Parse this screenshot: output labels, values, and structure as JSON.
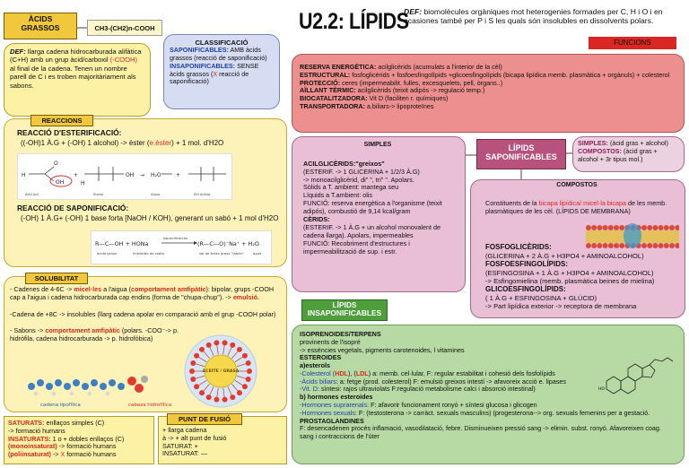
{
  "header": {
    "title": "U2.2: LÍPIDS",
    "def_label": "DEF:",
    "def_text": " biomolècules orgàniques mot heterogenies formades per C, H i O i en ocasiones també per P i S les quals són insolubles en dissolvents polars."
  },
  "acids": {
    "title_line1": "ÀCIDS",
    "title_line2": "GRASSOS",
    "formula": "CH3-(CH2)n-COOH"
  },
  "def_box": {
    "label": "DEF:",
    "text1": " llarga cadena hidrocarburada alifàtica (C+H) amb un grup àcid/carboxil ",
    "red": "(-COOH)",
    "text2": " al final de la cadena. Tenen un nombre parell de C i es troben majoritàriament als sabons."
  },
  "classificacio": {
    "title": "CLASSIFICACIÓ",
    "sap_label": "SAPONIFICABLES:",
    "sap_text": " AMB àcids grassos (reacció de saponificació)",
    "insap_label": "INSAPONIFICABLES:",
    "insap_text": " SENSE àcids grassos (",
    "insap_x": "X",
    "insap_text2": " reacció de saponificació)"
  },
  "funcions": {
    "tag": "FUNCIONS",
    "lines": [
      {
        "label": "RESERVA ENERGÈTICA:",
        "text": " acilglicèrids (acumulats a l'interior de la cèl)"
      },
      {
        "label": "ESTRUCTURAL:",
        "text": " fosfoglicèrids + fosfoesfingolípids +glicoesfingolípids (bicapa lipídica memb. plasmàtica + orgànuls) + colesterol"
      },
      {
        "label": "PROTECCIÓ:",
        "text": " ceres (impermeabilit. fulles, excesquelets, pell, òrgans..)"
      },
      {
        "label": "AÏLLANT TÈRMIC:",
        "text": " acilglicèrids (teixit adipós -> regulació temp.)"
      },
      {
        "label": "BIOCATALITZADORA:",
        "text": " Vit D (faciliten r. químiques)"
      },
      {
        "label": "TRANSPORTADORA:",
        "text": " a.biliars-> lipoproteïnes"
      }
    ]
  },
  "reaccions": {
    "tag": "REACCIONS",
    "ester_title": "REACCIÓ D'ESTERIFICACIÓ:",
    "ester_eq1": "((-OH)1 À.G + (-OH) 1 alcohol) -> èster (",
    "ester_red": "e.èster",
    "ester_eq2": ") + 1 mol. d'H2O",
    "ester_img_labels": [
      "Àcid Acil",
      "Etanol",
      "Aigua",
      "Etil Acetat"
    ],
    "sap_title": "REACCIÓ DE SAPONIFICACIÓ:",
    "sap_eq": "(-OH) 1 À.G+ (-OH) 1 base forta [NaOH / KOH), generant un sabó + 1 mol d'H2O",
    "sap_img_labels": [
      "àcido graso",
      "hidróxido de sodio",
      "saponificación",
      "sal de ácido graso \"jabón\"",
      "agua"
    ]
  },
  "solubilitat": {
    "tag": "SOLUBILITAT",
    "p1a": "- Cadenes de 4-6C -> ",
    "p1red": "micel·les",
    "p1b": " a l'aigua (",
    "p1red2": "comportament amfipàtic",
    "p1c": "): bipolar, grups -COOH cap a l'aigua i cadena hidrocarburada cap endins (forma de \"chupa-chup\"). -> ",
    "p1red3": "emulsió.",
    "p2": "-Cadena de +8C -> insolubles (llarg cadena apolar en comparació amb el grup -COOH polar)",
    "p3a": "- Sabons -> ",
    "p3red": "comportament amfipàtic",
    "p3b": " (polars. -COO⁻-> p. hidròfila, cadena hidrocarburada -> p. hidrofòbica)",
    "molecule_label1": "cadena lipofílica",
    "molecule_label2": "cabeza hidrofílica",
    "micelle_label": "ACEITE / GRASA"
  },
  "saturats": {
    "label1": "SATURATS:",
    "text1": " enllaços simples (C)",
    "line2": "-> formació humans",
    "label3": "INSATURATS:",
    "text3": " 1 o + dobles enllaços (C)",
    "label4": "(monoinsaturat)",
    "text4": " -> formació humans",
    "label5": "(poliinsaturat)",
    "text5": " -> ",
    "x5": "X",
    "text5b": " formació humans"
  },
  "fusio": {
    "tag": "PUNT DE FUSIÓ",
    "line1": "+ llarga cadena",
    "line2": "à -> + alt punt de fusió",
    "line3": "SATURAT: +",
    "line4": "INSATURAT: —"
  },
  "lipids_sap": {
    "line1": "LÍPIDS",
    "line2": "SAPONIFICABLES"
  },
  "simples_def": {
    "label1": "SIMPLES:",
    "text1": " (àcid gras + alcohol)",
    "label2": "COMPOSTOS:",
    "text2": " (àcid gras + alcohol + 3r tipus mol.)"
  },
  "simples": {
    "tag": "SIMPLES",
    "acil_title": "ACILGLICÈRIDS:\"greixos\"",
    "acil_lines": [
      "(ESTERIF. -> 1 GLICERINA + 1/2/3 À.G)",
      "-> monoacilglicèrid, di\" \", tri\" \". Apolars.",
      "Sòlids a T. ambient: mantega seu",
      "Líquids a T.ambient: olis",
      "FUNCIÓ: reserva energètica a l'organisme (teixit adipós), combustió de 9,14 kcal/gram"
    ],
    "cerids_title": "CÈRIDS:",
    "cerids_lines": [
      "(ESTERIF. -> 1 À.G + un alcohol monovalent de cadena llarga). Apolars, impermeables",
      "FUNCIÓ: Recobriment d'estructures i impermeabilització de sup. i estr."
    ]
  },
  "compostos": {
    "tag": "COMPOSTOS",
    "intro1": "Constituents de la ",
    "intro_red": "bicapa lipídica/ micel·la bicapa",
    "intro2": " de les memb. plasmàtiques de les cèl. (LÍPIDS DE MEMBRANA)",
    "fosfo_title": "FOSFOGLICÈRIDS:",
    "fosfo_eq": "(GLICERINA + 2 À.G + H3PO4 + AMINOALCOHOL)",
    "esf_title": "FOSFOESFINGOLÍPIDS:",
    "esf_eq": "(ESFINGOSINA + 1 À.G + H3PO4 + AMINOALCOHOL)",
    "esf_eq2": "-> Esfingomielina (memb. plasmàtica beines de mielina)",
    "gluco_title": "GLICOESFINGOLÍPIDS:",
    "gluco_eq": "( 1 À.G + ESFINGOSINA + GLÚCID)",
    "gluco_eq2": "-> Part lipídica exterior -> receptora de membrana"
  },
  "insap": {
    "tag_line1": "LÍPIDS",
    "tag_line2": "INSAPONIFICABLES",
    "iso_title": "ISOPRENOIDES/TERPENS",
    "iso_l1": "provinents de l'isopré",
    "iso_l2": "-> essències vegetals, pigments carotenoides, l vitamines",
    "ester_title": "ESTEROIDES",
    "ester_sub": "a)esterols",
    "col_a": "-Colesterol (",
    "col_hdl": "HDL",
    "col_b": "), (",
    "col_ldl": "LDL",
    "col_c": ") a: memb. cel·lular, F: regular estabilitat i cohesió dels fosfolípids",
    "bil_a": "-Àcids biliars",
    "bil_b": ": a: fetge (prod. colesterol) F: emulsió greixos intestí -> afavoreix acció e. lipases",
    "vit_a": "-Vit. D",
    "vit_b": ": síntesi: rajos ultraviolats F:regulació metabolisme calci i absorció intestinal)",
    "horm_title": "b) hormones esteroides",
    "hs_a": "-Hormones suprarenals",
    "hs_b": ": F: afavorir funcionament ronyó + síntesi glucosa i glicogen",
    "hx_a": "-Hormones sexuals",
    "hx_b": ": F: (testosterona -> carràct. sexuals masculins) (progesterona--> org. sexuals femenins per a gestació.",
    "prost_title": "PROSTAGLANDINES",
    "prost_text": "F: desencadenen procés inflamació, vasodilatació, febre. Disminueixen pressió sang -> elimin. subst. ronyó. Afavoreixen coag. sang i contraccions de l'úter"
  }
}
